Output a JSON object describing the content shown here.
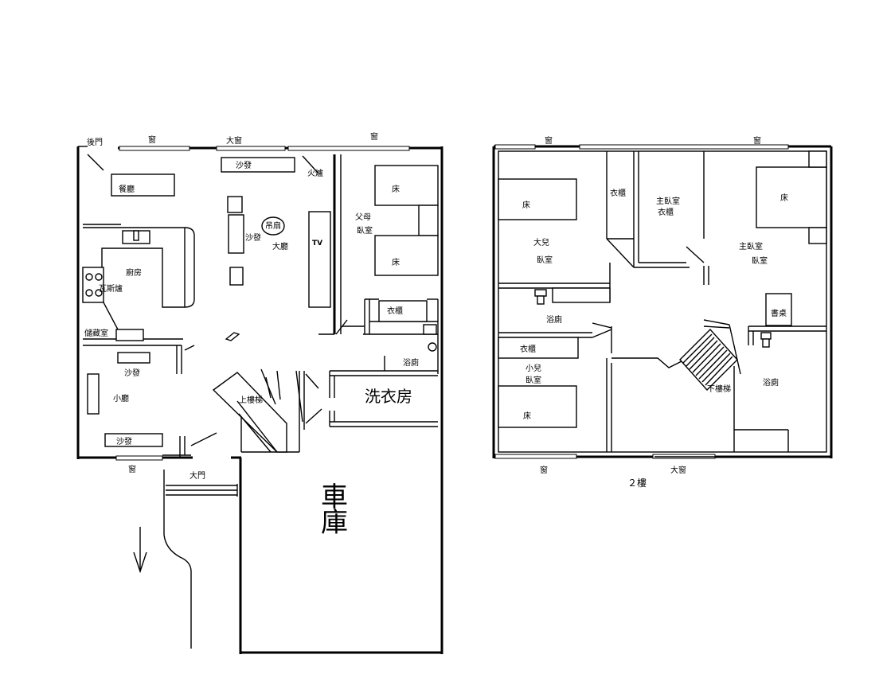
{
  "floor1": {
    "back_door": "後門",
    "window_left": "窗",
    "big_window": "大窗",
    "window_right": "窗",
    "sofa_top": "沙發",
    "fireplace": "火爐",
    "dining_room": "餐廳",
    "ceiling_fan": "吊扇",
    "sofa_mid": "沙發",
    "living_room": "大廳",
    "tv": "TV",
    "parents_bed_1": "床",
    "parents_bed_2": "床",
    "parents_room_line1": "父母",
    "parents_room_line2": "臥室",
    "kitchen": "廚房",
    "gas_stove": "瓦斯爐",
    "closet": "衣櫃",
    "storage_room": "儲藏室",
    "bathroom": "浴廁",
    "sofa_small_top": "沙發",
    "small_living_room": "小廳",
    "upstairs": "上樓梯",
    "laundry_room": "洗衣房",
    "sofa_small_bottom": "沙發",
    "window_bottom": "窗",
    "main_door": "大門",
    "garage_char_1": "車",
    "garage_char_2": "庫"
  },
  "floor2": {
    "window_top_left": "窗",
    "window_top_right": "窗",
    "bed_big_son": "床",
    "closet_left": "衣櫃",
    "master_closet_line1": "主臥室",
    "master_closet_line2": "衣櫃",
    "master_bed": "床",
    "big_son_room_line1": "大兒",
    "big_son_room_line2": "臥室",
    "master_room_line1": "主臥室",
    "master_room_line2": "臥室",
    "desk": "書桌",
    "bathroom_left": "浴廁",
    "closet_small": "衣櫃",
    "small_son_room_line1": "小兒",
    "small_son_room_line2": "臥室",
    "downstairs": "下樓梯",
    "bathroom_right": "浴廁",
    "bed_small_son": "床",
    "window_bottom_left": "窗",
    "big_window_bottom": "大窗",
    "floor_label": "２樓"
  }
}
